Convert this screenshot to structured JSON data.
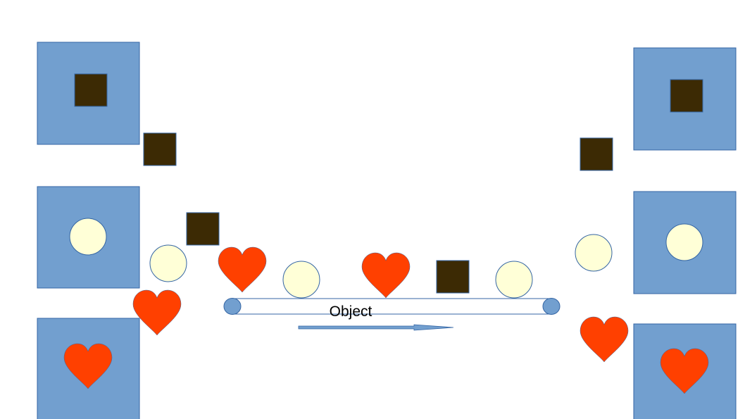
{
  "conveyor": {
    "label": "Object",
    "direction": "left-to-right"
  },
  "bins": {
    "left": [
      "square-bin",
      "circle-bin",
      "heart-bin"
    ],
    "right": [
      "square-bin",
      "circle-bin",
      "heart-bin"
    ]
  },
  "objects_on_belt": [
    "heart",
    "circle",
    "heart",
    "square",
    "circle"
  ],
  "colors": {
    "bin_fill": "#729fcf",
    "bin_stroke": "#3465a4",
    "square_fill": "#3c2a04",
    "circle_fill": "#ffffd7",
    "heart_fill": "#ff4000",
    "belt_fill": "#ffffff",
    "belt_stroke": "#3465a4",
    "roller_fill": "#729fcf",
    "arrow_fill": "#729fcf",
    "text": "#000000"
  }
}
